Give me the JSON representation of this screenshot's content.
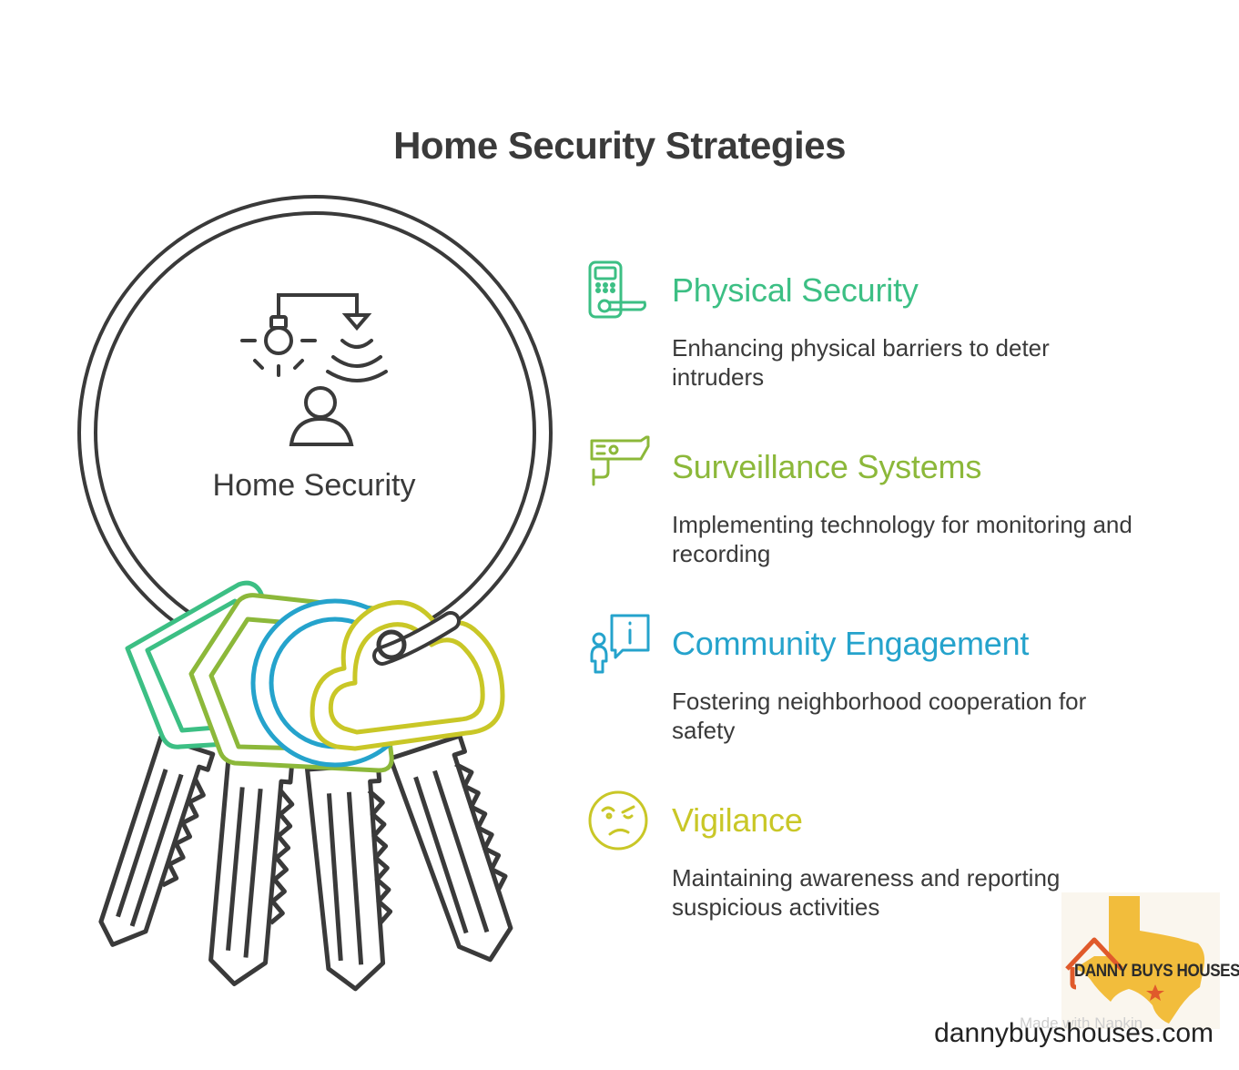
{
  "title": "Home Security Strategies",
  "hub": {
    "label": "Home Security"
  },
  "items": [
    {
      "title": "Physical Security",
      "description": "Enhancing physical barriers to deter intruders",
      "color": "#3cbf84",
      "icon": "smart-lock-icon"
    },
    {
      "title": "Surveillance Systems",
      "description": "Implementing technology for monitoring and recording",
      "color": "#8cb83a",
      "icon": "security-camera-icon"
    },
    {
      "title": "Community Engagement",
      "description": "Fostering neighborhood cooperation for safety",
      "color": "#25a3cc",
      "icon": "person-info-icon"
    },
    {
      "title": "Vigilance",
      "description": "Maintaining awareness and reporting suspicious activities",
      "color": "#c9c727",
      "icon": "suspicious-face-icon"
    }
  ],
  "logo": {
    "text": "DANNY BUYS HOUSES",
    "accent": "#e05a2b",
    "map_color": "#f2bd3c"
  },
  "credit": "Made with Napkin",
  "website": "dannybuyshouses.com"
}
